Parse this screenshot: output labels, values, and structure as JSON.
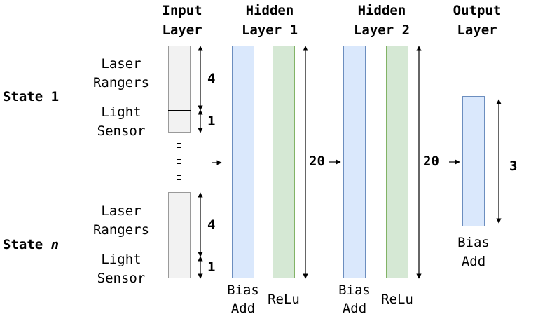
{
  "headers": {
    "input": [
      "Input",
      "Layer"
    ],
    "hidden1": [
      "Hidden",
      "Layer 1"
    ],
    "hidden2": [
      "Hidden",
      "Layer 2"
    ],
    "output": [
      "Output",
      "Layer"
    ]
  },
  "states": {
    "state1": {
      "prefix": "State ",
      "index": "1"
    },
    "stateN": {
      "prefix": "State ",
      "index": "n"
    }
  },
  "input_block_1": {
    "laser": [
      "Laser",
      "Rangers"
    ],
    "light": [
      "Light",
      "Sensor"
    ],
    "laser_size": "4",
    "light_size": "1"
  },
  "input_block_n": {
    "laser": [
      "Laser",
      "Rangers"
    ],
    "light": [
      "Light",
      "Sensor"
    ],
    "laser_size": "4",
    "light_size": "1"
  },
  "hidden1": {
    "size": "20",
    "bias_add": [
      "Bias",
      "Add"
    ],
    "relu": "ReLu"
  },
  "hidden2": {
    "size": "20",
    "bias_add": [
      "Bias",
      "Add"
    ],
    "relu": "ReLu"
  },
  "output": {
    "size": "3",
    "bias_add": [
      "Bias",
      "Add"
    ]
  },
  "colors": {
    "bias_fill": "#dae8fc",
    "bias_stroke": "#6c8ebf",
    "relu_fill": "#d5e8d4",
    "relu_stroke": "#82b366",
    "input_fill": "#f2f2f2"
  }
}
